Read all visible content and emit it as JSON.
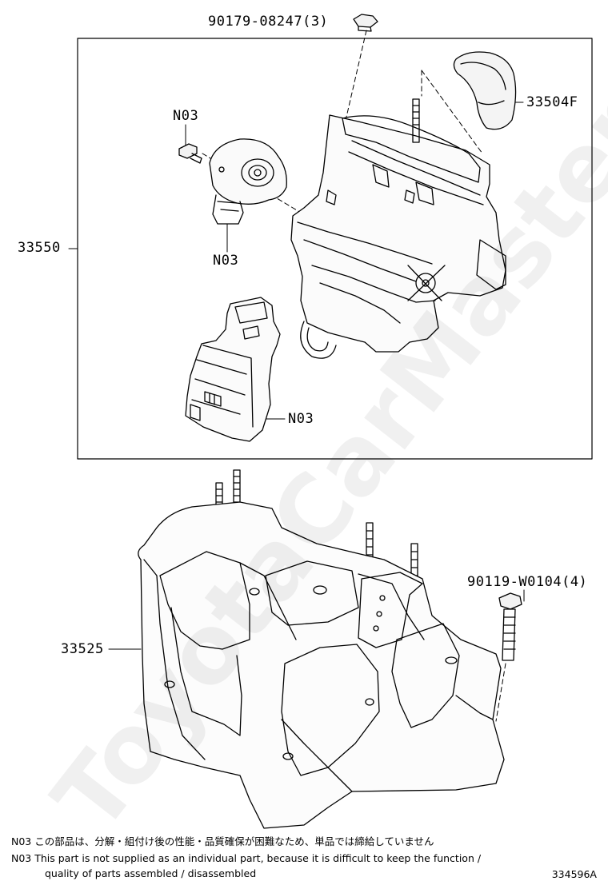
{
  "parts": {
    "bolt_top": "90179-08247(3)",
    "knob": "33504F",
    "screw_n03": "N03",
    "sensor_n03": "N03",
    "assembly": "33550",
    "module_n03": "N03",
    "bracket_bolt": "90119-W0104(4)",
    "bracket": "33525"
  },
  "notes": {
    "line1_jp": "N03 この部品は、分解・組付け後の性能・品質確保が困難なため、単品では締給していません",
    "line2_en": "N03   This part is not supplied as an individual part, because it is difficult to keep the function /",
    "line3_en": "quality of parts assembled / disassembled"
  },
  "catalog_number": "334596A",
  "watermark": "ToyotaCarMaster.ru"
}
